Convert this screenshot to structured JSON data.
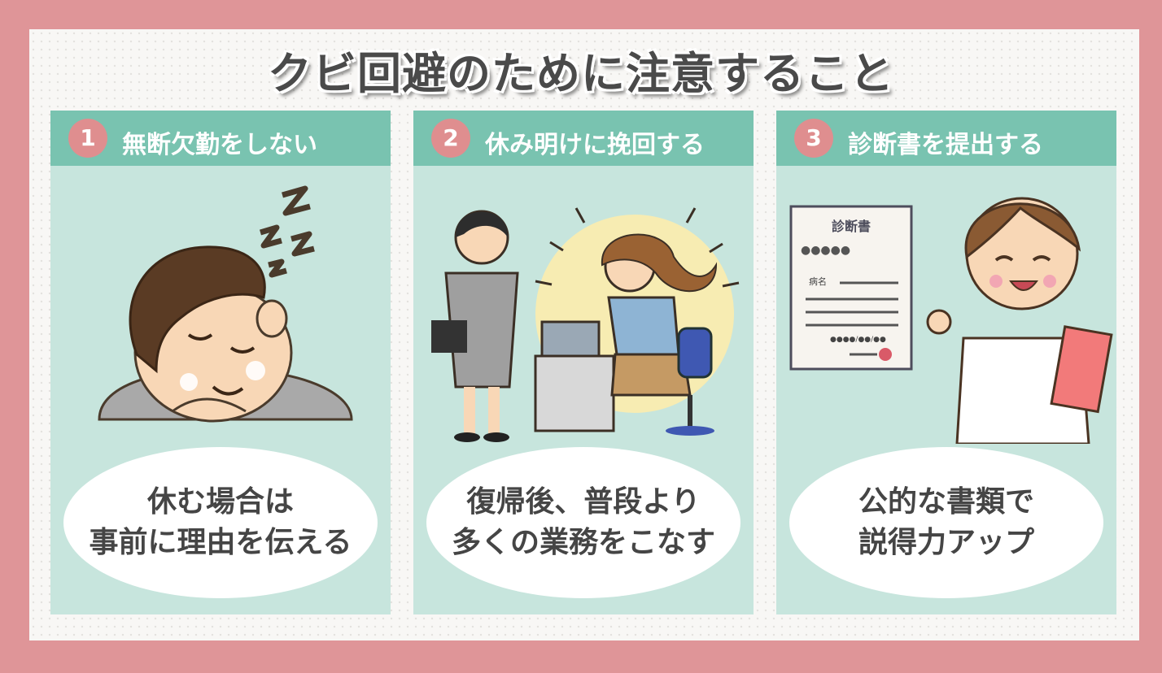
{
  "title": "クビ回避のために注意すること",
  "colors": {
    "border": "#df9598",
    "header": "#79c3b0",
    "card": "#c7e5dd",
    "badge": "#df8e8f",
    "text": "#454545"
  },
  "cards": [
    {
      "number": "1",
      "heading": "無断欠勤をしない",
      "body_lines": [
        "休む場合は",
        "事前に理由を伝える"
      ],
      "illustration": "sleeping-man"
    },
    {
      "number": "2",
      "heading": "休み明けに挽回する",
      "body_lines": [
        "復帰後、普段より",
        "多くの業務をこなす"
      ],
      "illustration": "busy-worker"
    },
    {
      "number": "3",
      "heading": "診断書を提出する",
      "body_lines": [
        "公的な書類で",
        "説得力アップ"
      ],
      "illustration": "doctor-certificate",
      "document": {
        "title": "診断書",
        "dots": "●●●●●",
        "field_label": "病名",
        "date": "●●●●/●●/●●"
      }
    }
  ]
}
